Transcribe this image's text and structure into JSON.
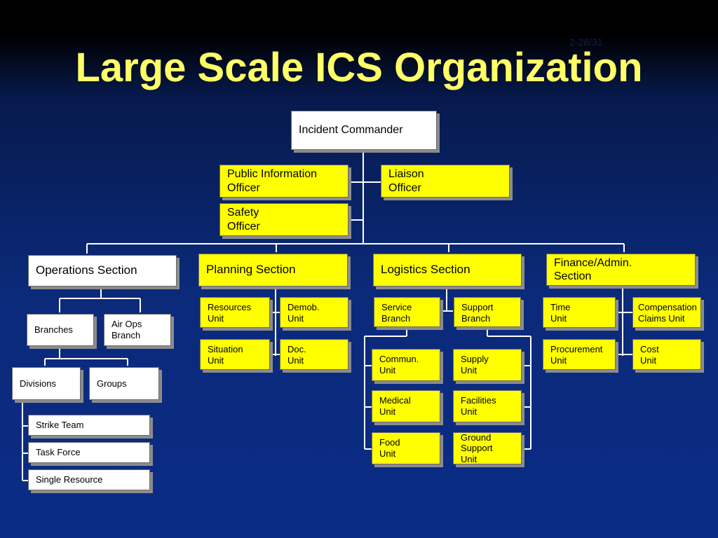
{
  "slide_number": "2-28/31",
  "title": "Large Scale ICS Organization",
  "boxes": {
    "incident_commander": "Incident Commander",
    "public_information_officer": "Public Information\nOfficer",
    "liaison_officer": "Liaison\nOfficer",
    "safety_officer": "Safety\nOfficer",
    "operations_section": "Operations Section",
    "planning_section": "Planning Section",
    "logistics_section": "Logistics Section",
    "finance_admin_section": "Finance/Admin.\nSection",
    "branches": "Branches",
    "air_ops_branch": "Air Ops\nBranch",
    "divisions": "Divisions",
    "groups": "Groups",
    "strike_team": "Strike Team",
    "task_force": "Task Force",
    "single_resource": "Single Resource",
    "resources_unit": "Resources\nUnit",
    "demob_unit": "Demob.\nUnit",
    "situation_unit": "Situation\nUnit",
    "doc_unit": "Doc.\nUnit",
    "service_branch": "Service\nBranch",
    "support_branch": "Support\nBranch",
    "commun_unit": "Commun.\nUnit",
    "medical_unit": "Medical\nUnit",
    "food_unit": "Food\nUnit",
    "supply_unit": "Supply\nUnit",
    "facilities_unit": "Facilities\nUnit",
    "ground_support_unit": "Ground\nSupport\nUnit",
    "time_unit": "Time\nUnit",
    "procurement_unit": "Procurement\nUnit",
    "compensation_claims_unit": "Compensation\nClaims Unit",
    "cost_unit": "Cost\n Unit"
  },
  "colors": {
    "title": "#ffff66",
    "yellow_box": "#ffff00",
    "white_box": "#ffffff",
    "connector": "#ffffff"
  }
}
